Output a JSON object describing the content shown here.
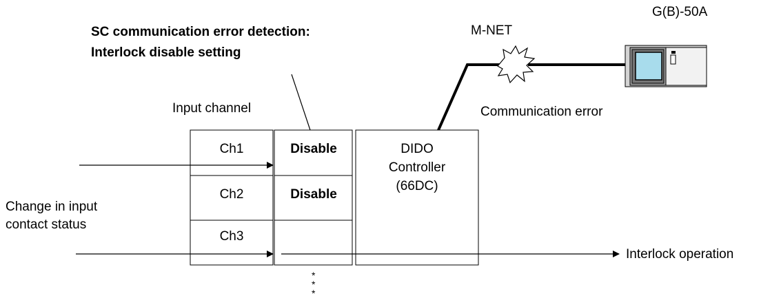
{
  "title": {
    "line1": "SC communication error detection:",
    "line2": "Interlock disable setting"
  },
  "network_label": "M-NET",
  "remote_label": "G(B)-50A",
  "error_label": "Communication error",
  "input_channel_label": "Input channel",
  "channels": [
    "Ch1",
    "Ch2",
    "Ch3"
  ],
  "settings": [
    "Disable",
    "Disable",
    ""
  ],
  "controller": {
    "line1": "DIDO",
    "line2": "Controller",
    "line3": "(66DC)"
  },
  "input_label": {
    "line1": "Change in input",
    "line2": "contact status"
  },
  "output_label": "Interlock operation",
  "continuation_marks": [
    "*",
    "*",
    "*"
  ],
  "colors": {
    "remote_body": "#d4d4d4",
    "remote_screen": "#a8dcec",
    "line": "#000000"
  }
}
